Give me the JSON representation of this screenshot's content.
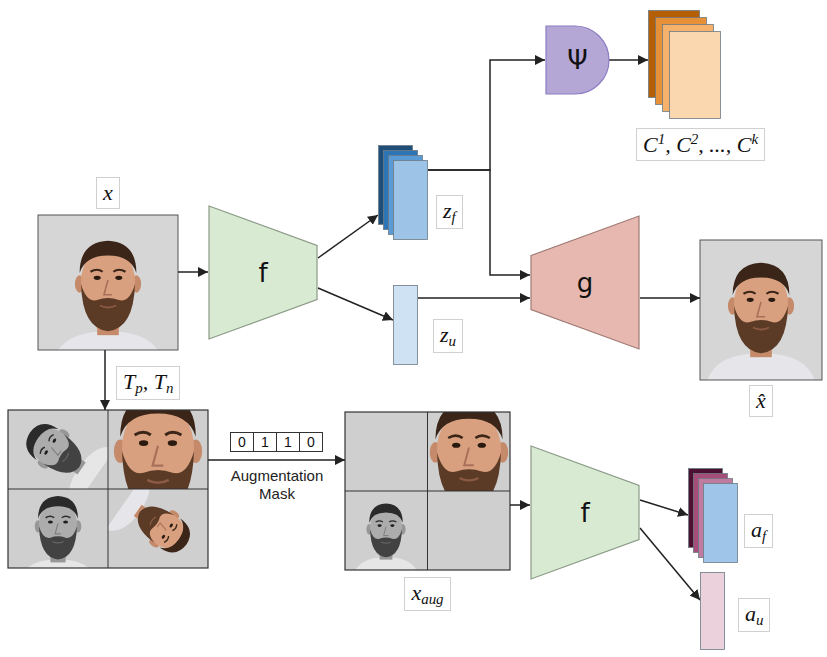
{
  "diagram": {
    "nodes": [
      {
        "text": [
          "x"
        ]
      },
      {
        "text": [
          "f"
        ]
      },
      {
        "text": [
          "zf"
        ]
      },
      {
        "text": [
          "zu"
        ]
      },
      {
        "text": [
          "Ψ"
        ]
      },
      {
        "text": [
          "C1, C2, ..., Ck"
        ]
      },
      {
        "text": [
          "g"
        ]
      },
      {
        "text": [
          "x̂"
        ]
      },
      {
        "text": []
      },
      {
        "text": [
          "xaug"
        ]
      },
      {
        "text": [
          "f"
        ]
      },
      {
        "text": [
          "af"
        ]
      },
      {
        "text": [
          "au"
        ]
      }
    ],
    "edges": [
      {
        "from": 0,
        "to": 1,
        "arrow": "to"
      },
      {
        "from": 1,
        "to": 2,
        "arrow": "to"
      },
      {
        "from": 1,
        "to": 3,
        "arrow": "to"
      },
      {
        "from": 2,
        "to": 4,
        "arrow": "to"
      },
      {
        "from": 2,
        "to": 6,
        "arrow": "to"
      },
      {
        "from": 3,
        "to": 6,
        "arrow": "to"
      },
      {
        "from": 4,
        "to": 5,
        "arrow": "to"
      },
      {
        "from": 6,
        "to": 7,
        "arrow": "to"
      },
      {
        "from": 0,
        "to": 8,
        "label": "Tp, Tn",
        "arrow": "to"
      },
      {
        "from": 8,
        "to": 9,
        "label": "Augmentation Mask",
        "arrow": "to"
      },
      {
        "from": 9,
        "to": 10,
        "arrow": "to"
      },
      {
        "from": 10,
        "to": 11,
        "arrow": "to"
      },
      {
        "from": 10,
        "to": 12,
        "arrow": "to"
      }
    ],
    "labels": [
      "0",
      "1",
      "1",
      "0"
    ]
  }
}
